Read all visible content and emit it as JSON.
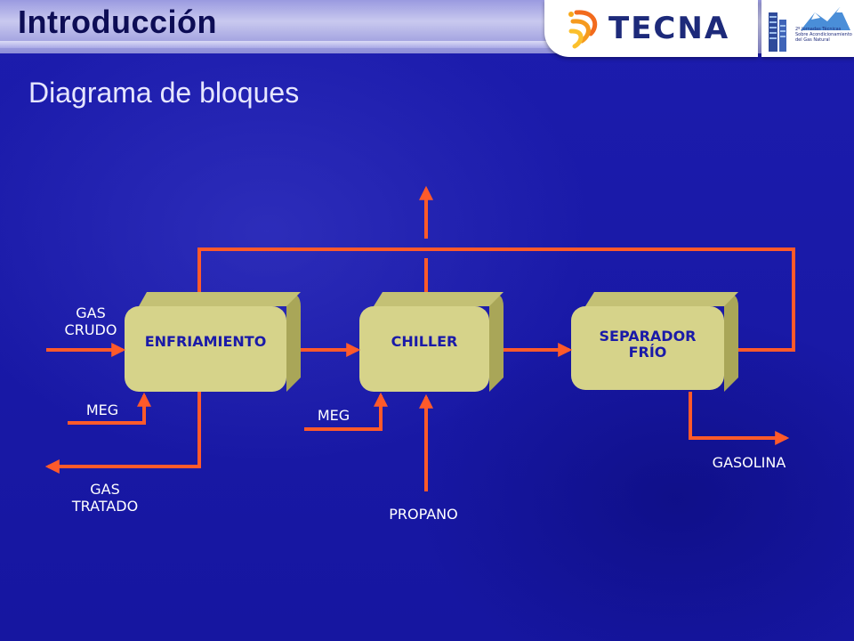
{
  "header": {
    "title": "Introducción",
    "logo_text": "TECNA",
    "badge_text": "2º Jornadas Técnicas Sobre Acondicionamiento del Gas Natural"
  },
  "main": {
    "subtitle": "Diagrama de bloques"
  },
  "diagram": {
    "blocks": [
      {
        "id": "enfriamiento",
        "label": "ENFRIAMIENTO"
      },
      {
        "id": "chiller",
        "label": "CHILLER"
      },
      {
        "id": "separador",
        "label": "SEPARADOR\nFRÍO"
      }
    ],
    "labels": {
      "gas_crudo": "GAS\nCRUDO",
      "meg_1": "MEG",
      "gas_tratado": "GAS\nTRATADO",
      "meg_2": "MEG",
      "propano": "PROPANO",
      "gasolina": "GASOLINA"
    }
  },
  "colors": {
    "background": "#1a1aa8",
    "block_face": "#d6d38a",
    "block_side": "#a9a658",
    "stream": "#ff5a2a"
  }
}
